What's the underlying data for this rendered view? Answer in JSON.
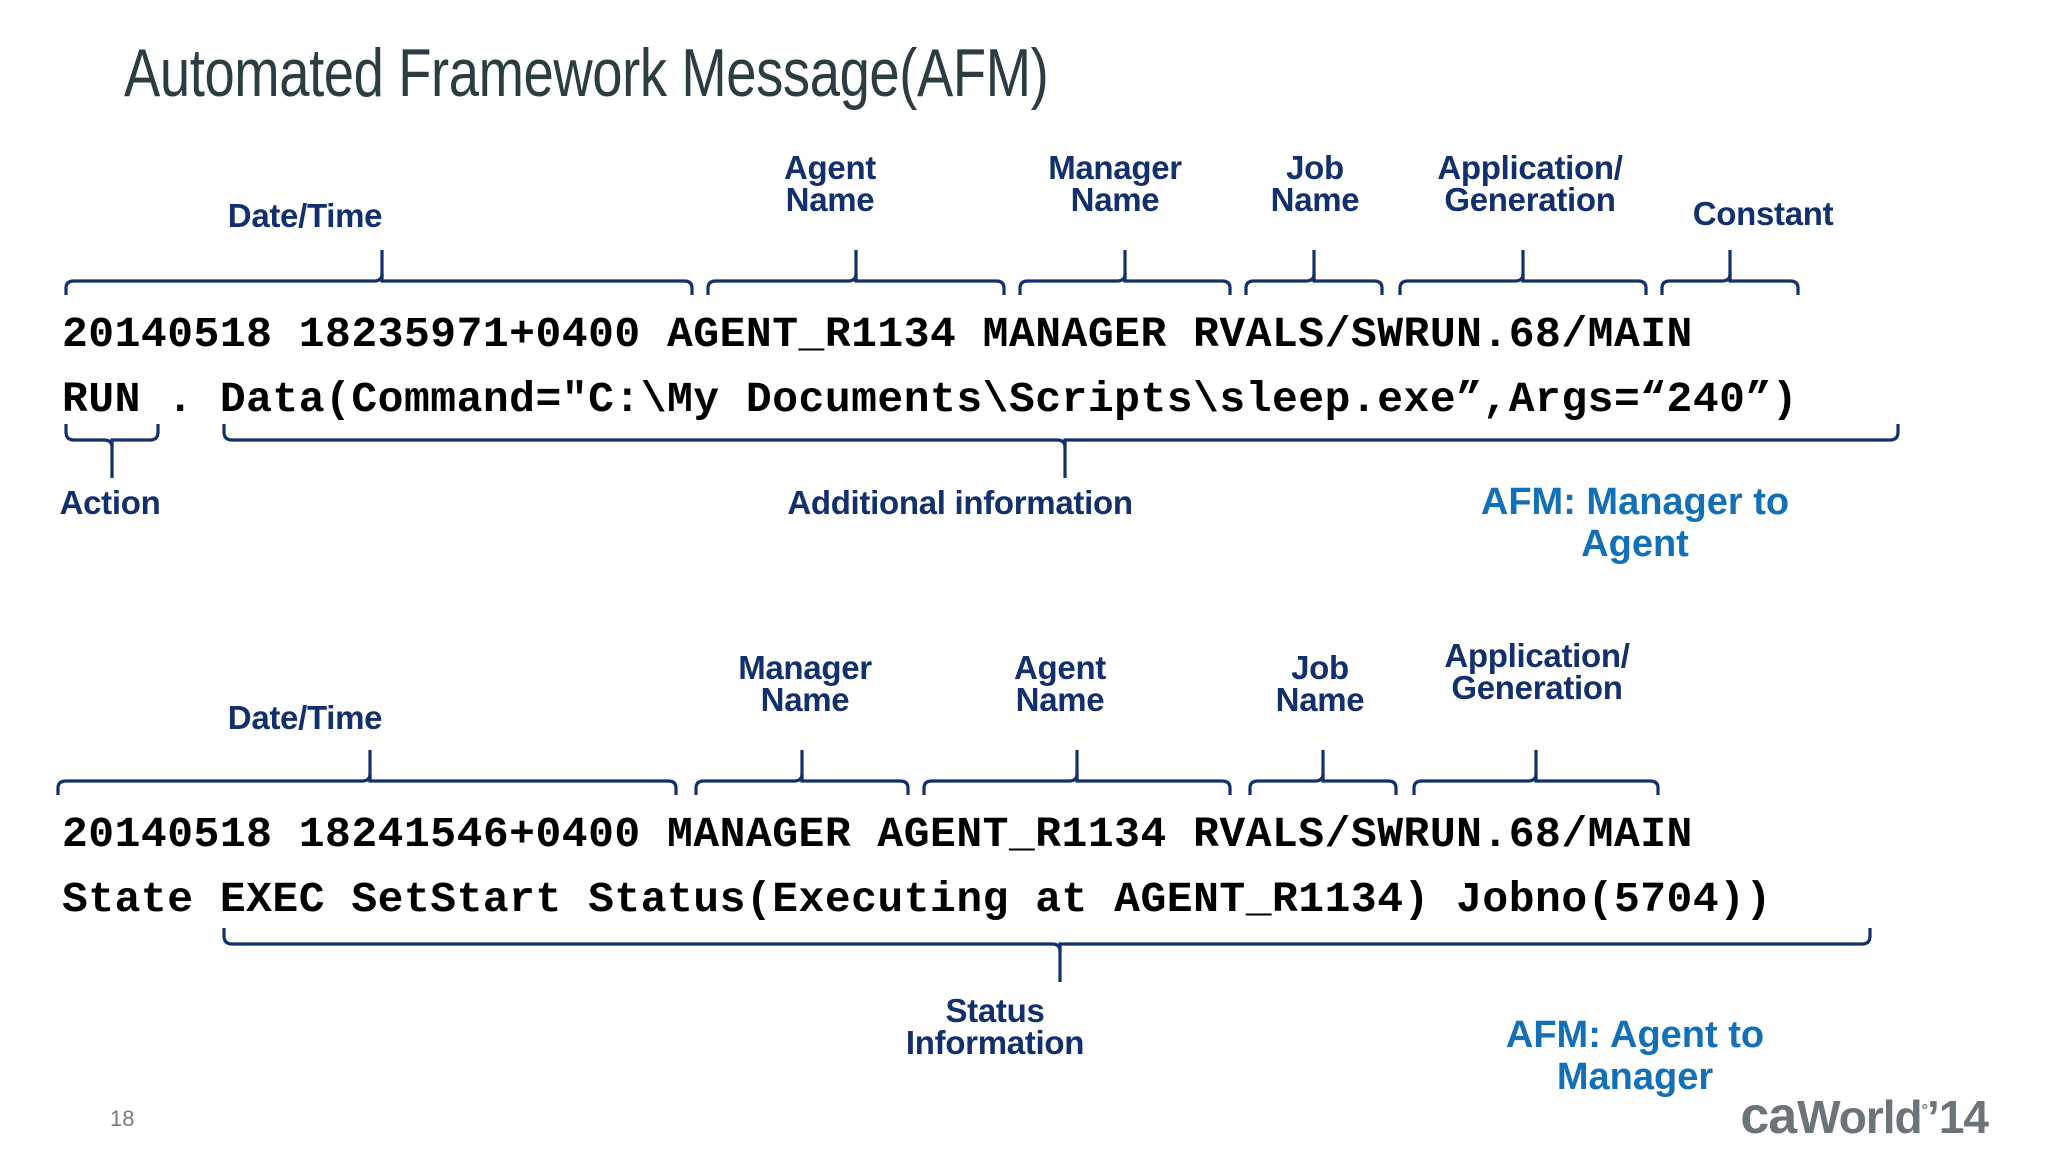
{
  "slide": {
    "title": "Automated Framework Message(AFM)",
    "page_number": "18",
    "footer_logo": {
      "ca": "ca",
      "world": "World",
      "degree": "°",
      "year": "’14"
    },
    "colors": {
      "title": "#2c3d42",
      "label_navy": "#13306e",
      "accent_blue": "#1270b8",
      "message_text": "#000000",
      "background": "#ffffff"
    }
  },
  "block1": {
    "annotation": "AFM: Manager to\nAgent",
    "labels": {
      "date_time": "Date/Time",
      "agent_name": "Agent\nName",
      "manager_name": "Manager\nName",
      "job_name": "Job\nName",
      "application_generation": "Application/\nGeneration",
      "constant": "Constant",
      "action": "Action",
      "additional_information": "Additional information"
    },
    "message_line1": "20140518 18235971+0400 AGENT_R1134 MANAGER RVALS/SWRUN.68/MAIN",
    "message_line2": "RUN . Data(Command=\"C:\\My Documents\\Scripts\\sleep.exe”,Args=“240”)"
  },
  "block2": {
    "annotation": "AFM: Agent to\nManager",
    "labels": {
      "date_time": "Date/Time",
      "manager_name": "Manager\nName",
      "agent_name": "Agent\nName",
      "job_name": "Job\nName",
      "application_generation": "Application/\nGeneration",
      "status_information": "Status\nInformation"
    },
    "message_line1": "20140518 18241546+0400 MANAGER AGENT_R1134 RVALS/SWRUN.68/MAIN",
    "message_line2": "State EXEC SetStart Status(Executing at AGENT_R1134) Jobno(5704))"
  }
}
